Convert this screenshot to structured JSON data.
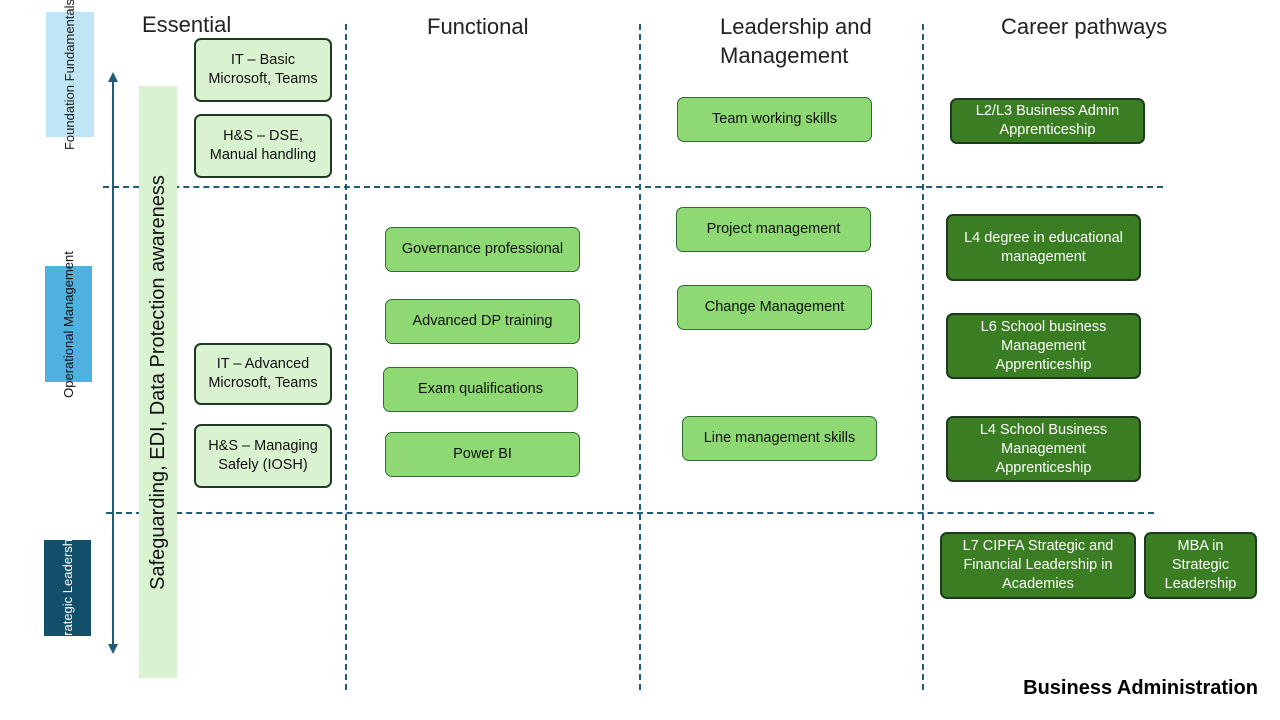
{
  "columns": {
    "essential": "Essential",
    "functional": "Functional",
    "leadership": "Leadership and Management",
    "career": "Career pathways"
  },
  "rows": {
    "foundation": "Foundation Fundamentals",
    "operational": "Operational Management",
    "strategic": "Strategic Leadership"
  },
  "safeguarding": "Safeguarding, EDI, Data Protection awareness",
  "essential": {
    "it_basic": "IT – Basic Microsoft, Teams",
    "hs_dse": "H&S – DSE, Manual handling",
    "it_advanced": "IT – Advanced Microsoft, Teams",
    "hs_iosh": "H&S – Managing Safely (IOSH)"
  },
  "functional": {
    "governance": "Governance professional",
    "advanced_dp": "Advanced DP training",
    "exam": "Exam qualifications",
    "powerbi": "Power BI"
  },
  "leadership": {
    "team": "Team working skills",
    "project": "Project management",
    "change": "Change Management",
    "line": "Line management skills"
  },
  "career": {
    "l2l3": "L2/L3 Business Admin Apprenticeship",
    "l4_degree": "L4 degree in educational management",
    "l6": "L6 School business Management Apprenticeship",
    "l4_school": "L4 School Business Management Apprenticeship",
    "l7": "L7 CIPFA Strategic and Financial Leadership in Academies",
    "mba": "MBA in Strategic Leadership"
  },
  "footer": "Business Administration",
  "colors": {
    "light_green": "#d9f2d0",
    "mid_green": "#8ed973",
    "dark_green": "#3a7d23",
    "foundation_band": "#c0e6f5",
    "operational_band": "#4eb1e0",
    "strategic_band": "#124f6a",
    "divider": "#1f5c7a"
  }
}
